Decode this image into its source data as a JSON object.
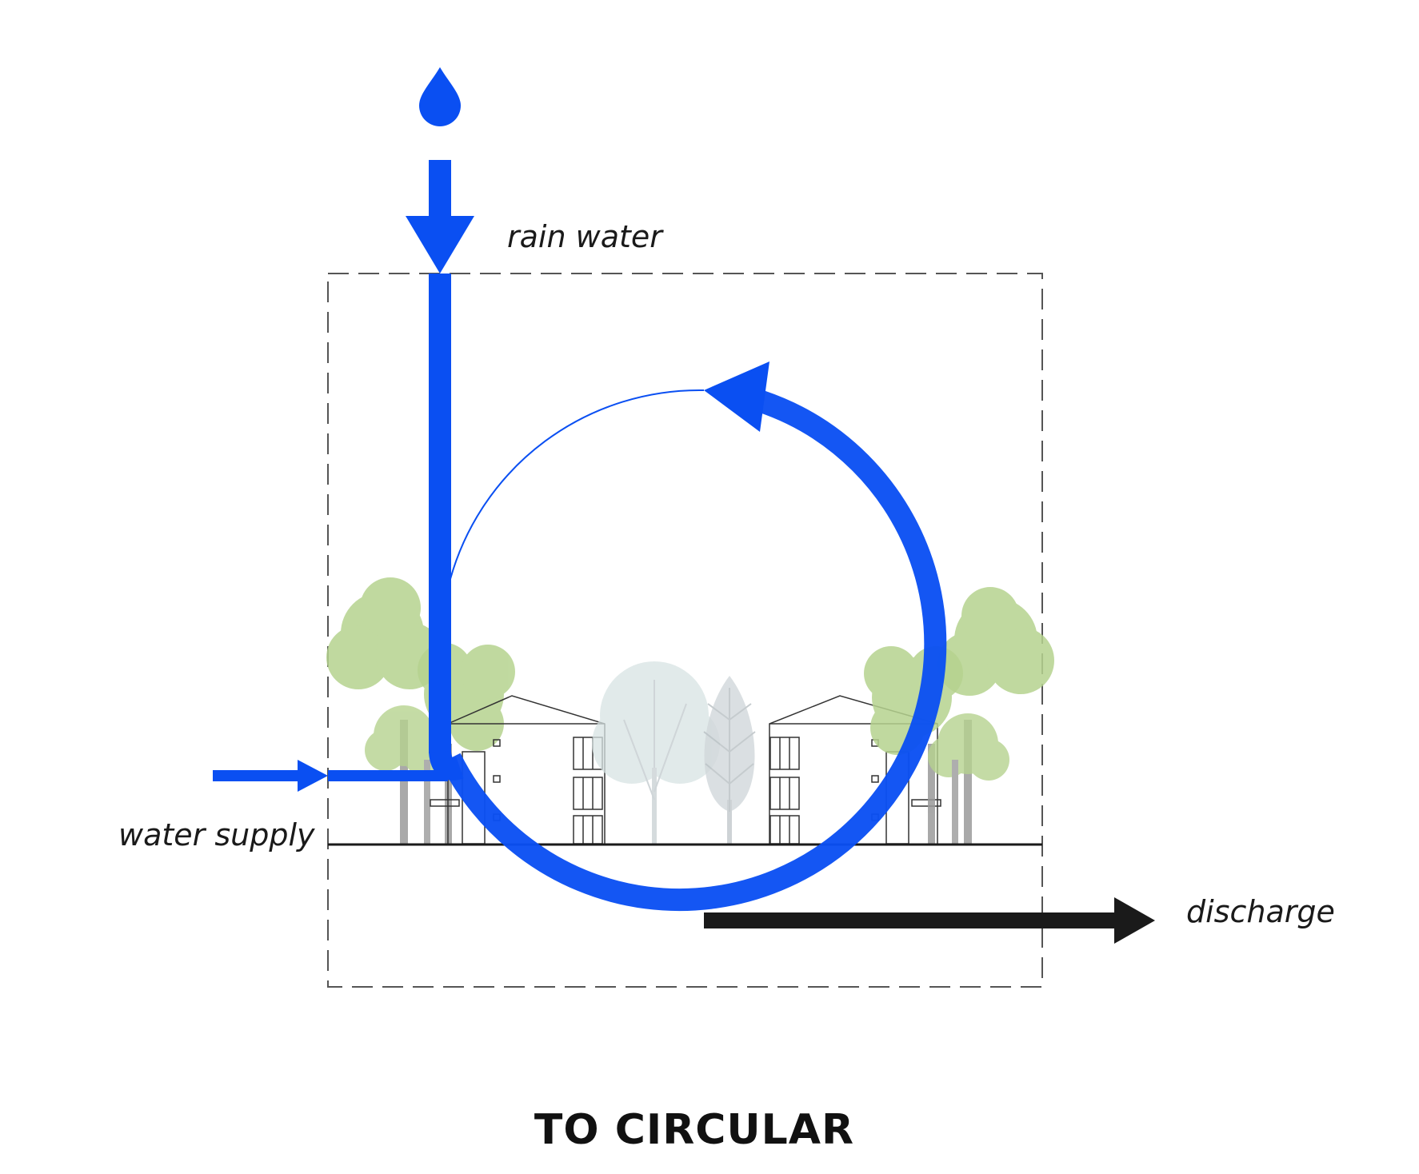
{
  "labels": {
    "rain": "rain water",
    "supply": "water supply",
    "discharge": "discharge",
    "title": "TO CIRCULAR"
  },
  "colors": {
    "water": "#0a4ff2",
    "discharge": "#1a1a1a",
    "tree_green": "#b6d38f",
    "tree_grey": "#d2dde0",
    "building_line": "#333333",
    "boundary": "#555555"
  },
  "icons": {
    "drop": "water-drop-icon"
  }
}
